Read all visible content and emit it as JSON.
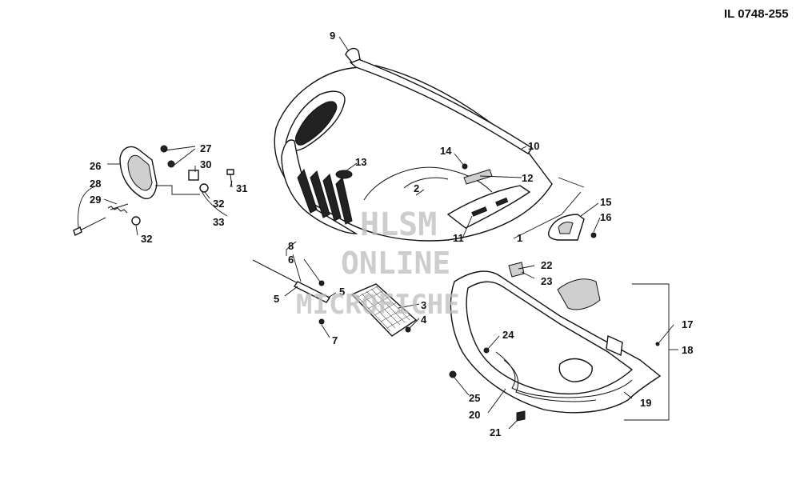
{
  "diagram_id": "IL 0748-255",
  "watermark": {
    "line1": "HLSM",
    "line2": "ONLINE",
    "line3": "MICROFICHE"
  },
  "callouts": {
    "c1": "1",
    "c2": "2",
    "c3": "3",
    "c4": "4",
    "c5a": "5",
    "c5b": "5",
    "c6": "6",
    "c7": "7",
    "c8": "8",
    "c9": "9",
    "c10": "10",
    "c11": "11",
    "c12": "12",
    "c13": "13",
    "c14": "14",
    "c15": "15",
    "c16": "16",
    "c17": "17",
    "c18": "18",
    "c19": "19",
    "c20": "20",
    "c21": "21",
    "c22": "22",
    "c23": "23",
    "c24": "24",
    "c25": "25",
    "c26": "26",
    "c27": "27",
    "c28": "28",
    "c29": "29",
    "c30": "30",
    "c31": "31",
    "c32a": "32",
    "c32b": "32",
    "c33": "33"
  }
}
